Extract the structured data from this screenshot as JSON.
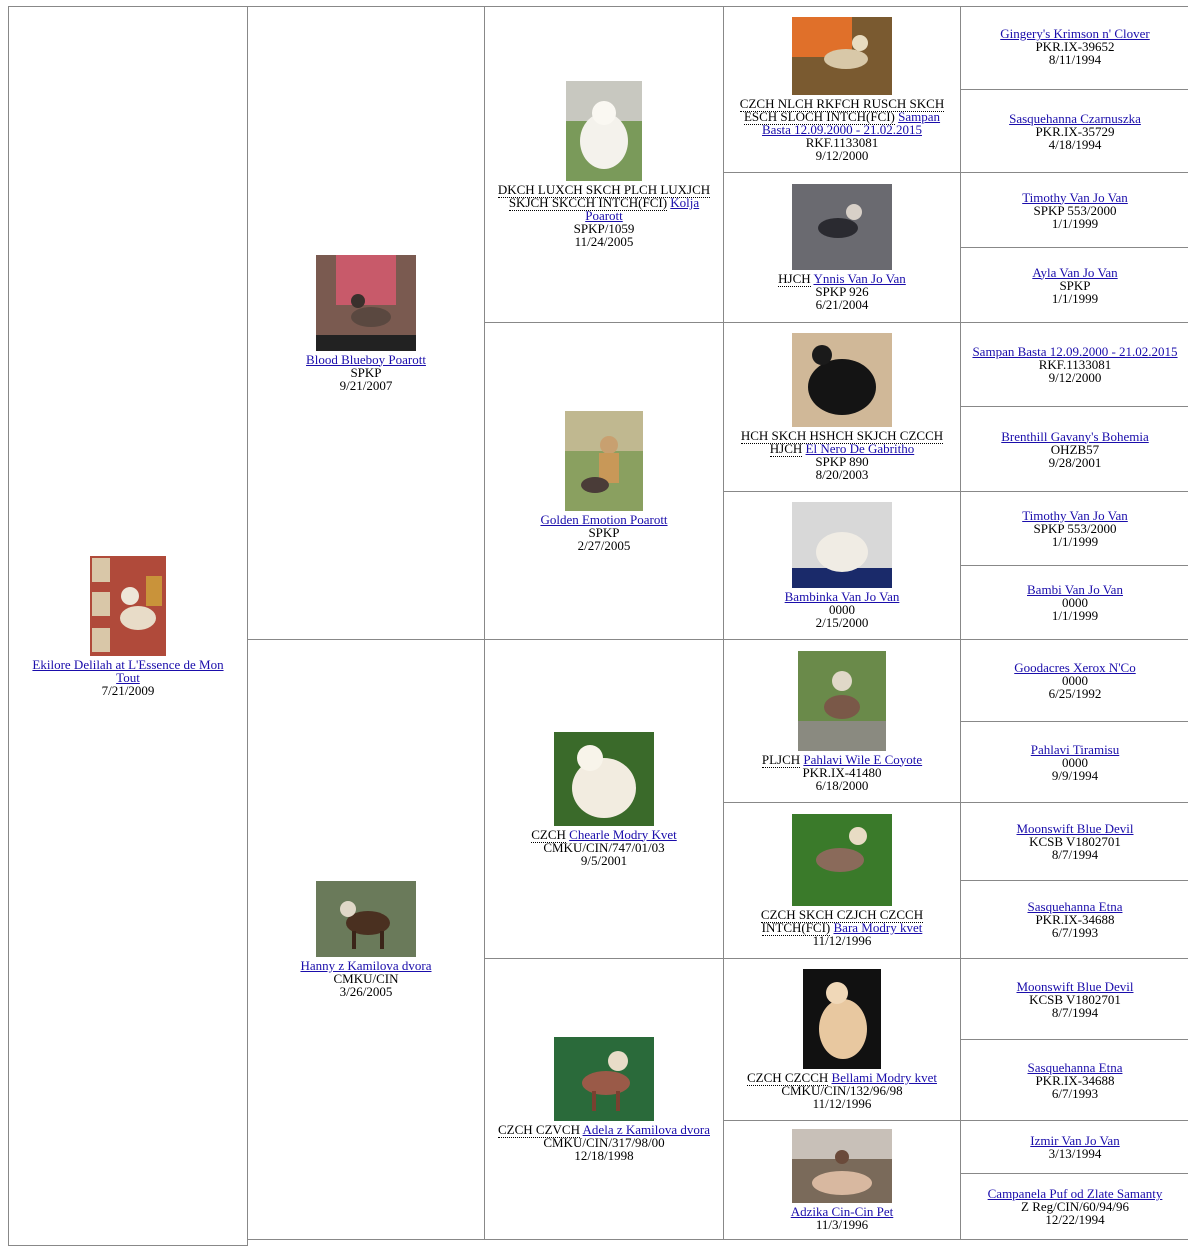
{
  "pedigree": {
    "subject": {
      "name": "Ekilore Delilah at L'Essence de Mon Tout",
      "dob": "7/21/2009"
    },
    "gen1": [
      {
        "name": "Blood Blueboy Poarott",
        "reg": "SPKP",
        "dob": "9/21/2007"
      },
      {
        "name": "Hanny z Kamilova dvora",
        "reg": "CMKU/CIN",
        "dob": "3/26/2005"
      }
    ],
    "gen2": [
      {
        "titles": "DKCH LUXCH SKCH PLCH LUXJCH SKJCH SKCCH INTCH(FCI)",
        "name": "Kolja Poarott",
        "reg": "SPKP/1059",
        "dob": "11/24/2005"
      },
      {
        "titles": "",
        "name": "Golden Emotion Poarott",
        "reg": "SPKP",
        "dob": "2/27/2005"
      },
      {
        "titles": "CZCH",
        "name": "Chearle Modry Kvet",
        "reg": "CMKU/CIN/747/01/03",
        "dob": "9/5/2001"
      },
      {
        "titles": "CZCH CZVCH",
        "name": "Adela z Kamilova dvora",
        "reg": "CMKU/CIN/317/98/00",
        "dob": "12/18/1998"
      }
    ],
    "gen3": [
      {
        "titles": "CZCH NLCH RKFCH RUSCH SKCH ESCH SLOCH INTCH(FCI)",
        "name": "Sampan Basta 12.09.2000 - 21.02.2015",
        "reg": "RKF.1133081",
        "dob": "9/12/2000"
      },
      {
        "titles": "HJCH",
        "name": "Ynnis Van Jo Van",
        "reg": "SPKP 926",
        "dob": "6/21/2004"
      },
      {
        "titles": "HCH SKCH HSHCH SKJCH CZCCH HJCH",
        "name": "El Nero De Gabritho",
        "reg": "SPKP 890",
        "dob": "8/20/2003"
      },
      {
        "titles": "",
        "name": "Bambinka Van Jo Van",
        "reg": "0000",
        "dob": "2/15/2000"
      },
      {
        "titles": "PLJCH",
        "name": "Pahlavi Wile E Coyote",
        "reg": "PKR.IX-41480",
        "dob": "6/18/2000"
      },
      {
        "titles": "CZCH SKCH CZJCH CZCCH INTCH(FCI)",
        "name": "Bara Modry kvet",
        "reg": "",
        "dob": "11/12/1996"
      },
      {
        "titles": "CZCH CZCCH",
        "name": "Bellami Modry kvet",
        "reg": "CMKU/CIN/132/96/98",
        "dob": "11/12/1996"
      },
      {
        "titles": "",
        "name": "Adzika Cin-Cin Pet",
        "reg": "",
        "dob": "11/3/1996"
      }
    ],
    "gen4": [
      {
        "name": "Gingery's Krimson n' Clover",
        "reg": "PKR.IX-39652",
        "dob": "8/11/1994"
      },
      {
        "name": "Sasquehanna Czarnuszka",
        "reg": "PKR.IX-35729",
        "dob": "4/18/1994"
      },
      {
        "name": "Timothy Van Jo Van",
        "reg": "SPKP 553/2000",
        "dob": "1/1/1999"
      },
      {
        "name": "Ayla Van Jo Van",
        "reg": "SPKP",
        "dob": "1/1/1999"
      },
      {
        "name": "Sampan Basta 12.09.2000 - 21.02.2015",
        "reg": "RKF.1133081",
        "dob": "9/12/2000"
      },
      {
        "name": "Brenthill Gavany's Bohemia",
        "reg": "OHZB57",
        "dob": "9/28/2001"
      },
      {
        "name": "Timothy Van Jo Van",
        "reg": "SPKP 553/2000",
        "dob": "1/1/1999"
      },
      {
        "name": "Bambi Van Jo Van",
        "reg": "0000",
        "dob": "1/1/1999"
      },
      {
        "name": "Goodacres Xerox N'Co",
        "reg": "0000",
        "dob": "6/25/1992"
      },
      {
        "name": "Pahlavi Tiramisu",
        "reg": "0000",
        "dob": "9/9/1994"
      },
      {
        "name": "Moonswift Blue Devil",
        "reg": "KCSB V1802701",
        "dob": "8/7/1994"
      },
      {
        "name": "Sasquehanna Etna",
        "reg": "PKR.IX-34688",
        "dob": "6/7/1993"
      },
      {
        "name": "Moonswift Blue Devil",
        "reg": "KCSB V1802701",
        "dob": "8/7/1994"
      },
      {
        "name": "Sasquehanna Etna",
        "reg": "PKR.IX-34688",
        "dob": "6/7/1993"
      },
      {
        "name": "Izmir Van Jo Van",
        "reg": "",
        "dob": "3/13/1994"
      },
      {
        "name": "Campanela Puf od Zlate Samanty",
        "reg": "Z Reg/CIN/60/94/96",
        "dob": "12/22/1994"
      }
    ]
  }
}
